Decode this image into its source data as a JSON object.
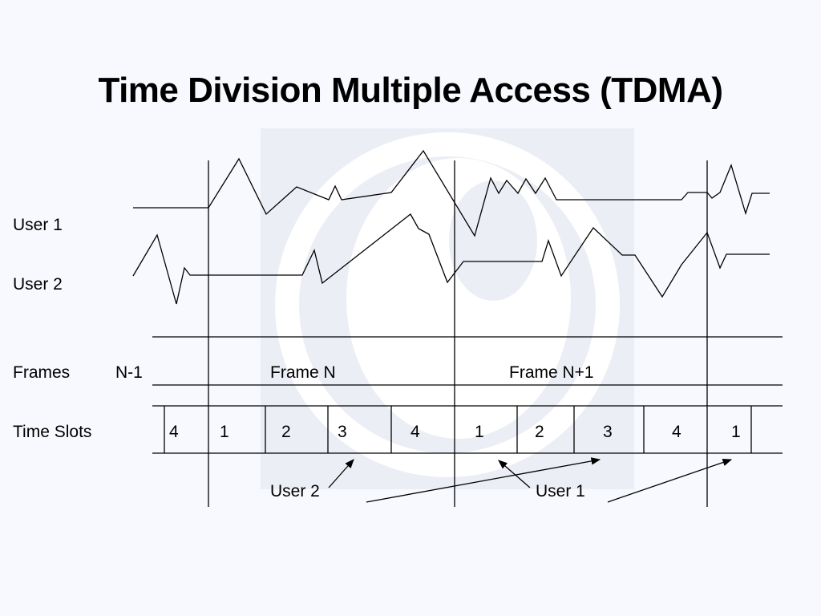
{
  "slide": {
    "title": "Time Division Multiple Access (TDMA)"
  },
  "row_labels": {
    "user1": "User 1",
    "user2": "User 2",
    "frames": "Frames",
    "time_slots": "Time Slots"
  },
  "frames": {
    "prev": "N-1",
    "current": "Frame N",
    "next": "Frame N+1"
  },
  "time_slots": [
    "4",
    "1",
    "2",
    "3",
    "4",
    "1",
    "2",
    "3",
    "4",
    "1"
  ],
  "annotations": {
    "user2": "User 2",
    "user1": "User 1"
  },
  "colors": {
    "background": "#f8f9ff",
    "watermark": "#eceef6",
    "line": "#000000"
  }
}
